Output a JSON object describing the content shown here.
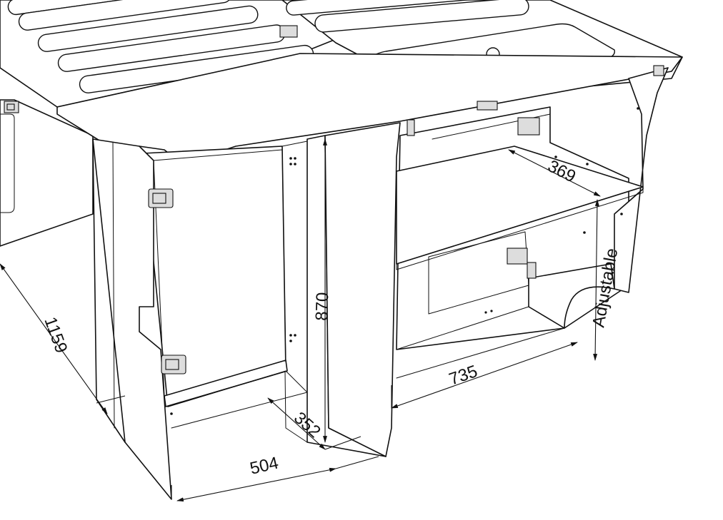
{
  "dimensions": {
    "depth_left": "1159",
    "height": "870",
    "shelf_depth": "369",
    "adjustable": "Adjustable",
    "width_right": "735",
    "depth_bottom": "352",
    "width_left": "504"
  }
}
